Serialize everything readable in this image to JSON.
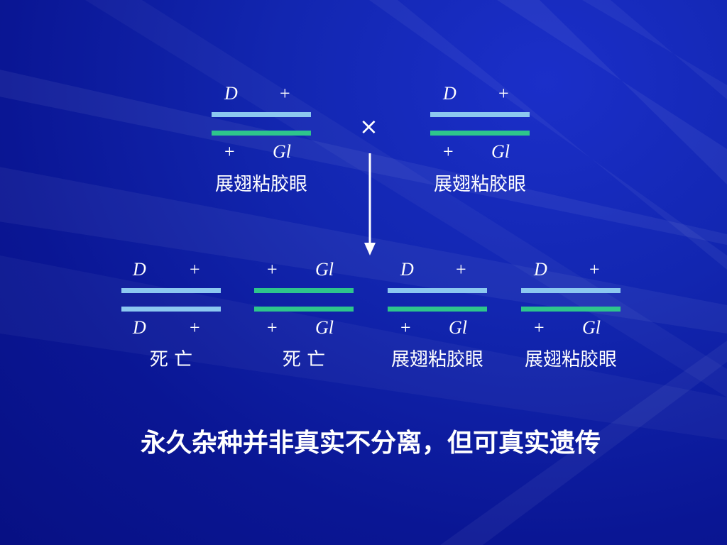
{
  "colors": {
    "blue_bar": "#8cc8f0",
    "green_bar": "#2ec58c",
    "background": "#0f22a6"
  },
  "parents": {
    "left": {
      "top_left": "D",
      "top_right": "+",
      "bottom_left": "+",
      "bottom_right": "Gl",
      "top_bar": "blue",
      "bottom_bar": "green",
      "phenotype": "展翅粘胶眼"
    },
    "right": {
      "top_left": "D",
      "top_right": "+",
      "bottom_left": "+",
      "bottom_right": "Gl",
      "top_bar": "blue",
      "bottom_bar": "green",
      "phenotype": "展翅粘胶眼"
    }
  },
  "cross_symbol": "×",
  "offspring": [
    {
      "top_left": "D",
      "top_right": "+",
      "bottom_left": "D",
      "bottom_right": "+",
      "top_bar": "blue",
      "bottom_bar": "blue",
      "phenotype": "死 亡"
    },
    {
      "top_left": "+",
      "top_right": "Gl",
      "bottom_left": "+",
      "bottom_right": "Gl",
      "top_bar": "green",
      "bottom_bar": "green",
      "phenotype": "死 亡"
    },
    {
      "top_left": "D",
      "top_right": "+",
      "bottom_left": "+",
      "bottom_right": "Gl",
      "top_bar": "blue",
      "bottom_bar": "green",
      "phenotype": "展翅粘胶眼"
    },
    {
      "top_left": "D",
      "top_right": "+",
      "bottom_left": "+",
      "bottom_right": "Gl",
      "top_bar": "blue",
      "bottom_bar": "green",
      "phenotype": "展翅粘胶眼"
    }
  ],
  "conclusion": "永久杂种并非真实不分离，但可真实遗传"
}
